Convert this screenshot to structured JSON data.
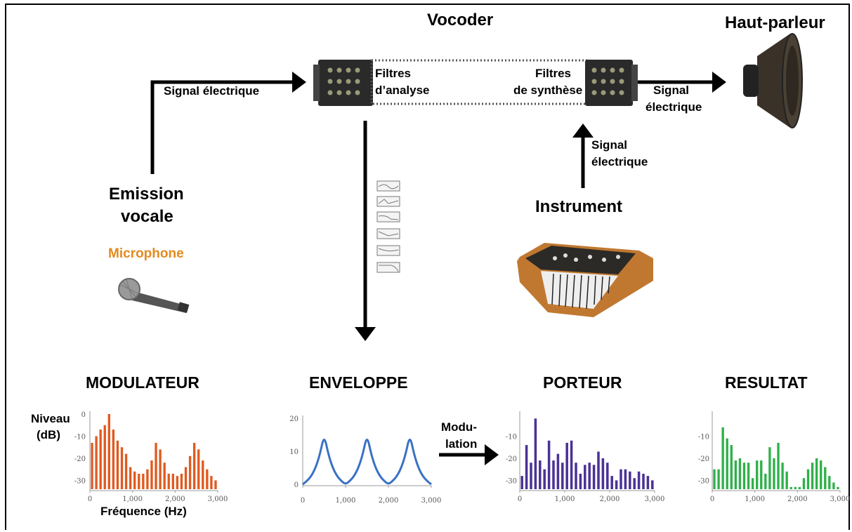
{
  "title": "Vocoder",
  "speaker_label": "Haut-parleur",
  "analysis_filters": [
    "Filtres",
    "d’analyse"
  ],
  "synthesis_filters": [
    "Filtres",
    "de synthèse"
  ],
  "signal_left": "Signal électrique",
  "signal_right": [
    "Signal",
    "électrique"
  ],
  "signal_instrument": [
    "Signal",
    "électrique"
  ],
  "voice_emission": [
    "Emission",
    "vocale"
  ],
  "microphone_label": "Microphone",
  "instrument_label": "Instrument",
  "modulation_label": [
    "Modu-",
    "lation"
  ],
  "colors": {
    "modulator": "#e05a1f",
    "envelope": "#3a72c4",
    "carrier": "#4b3296",
    "result": "#2fb04a",
    "microphone": "#e48a1e"
  },
  "chart_data": [
    {
      "type": "bar",
      "title": "MODULATEUR",
      "ylabel": "Niveau (dB)",
      "xlabel": "Fréquence (Hz)",
      "xlim": [
        0,
        3000
      ],
      "ylim": [
        -34,
        0
      ],
      "xticks": [
        "0",
        "1,000",
        "2,000",
        "3,000"
      ],
      "yticks": [
        "0",
        "-10",
        "-20",
        "-30"
      ],
      "x": [
        50,
        150,
        250,
        350,
        450,
        550,
        650,
        750,
        850,
        950,
        1050,
        1150,
        1250,
        1350,
        1450,
        1550,
        1650,
        1750,
        1850,
        1950,
        2050,
        2150,
        2250,
        2350,
        2450,
        2550,
        2650,
        2750,
        2850,
        2950
      ],
      "values": [
        -13,
        -10,
        -7,
        -5,
        0,
        -7,
        -12,
        -15,
        -18,
        -24,
        -26,
        -27,
        -27,
        -25,
        -21,
        -13,
        -16,
        -22,
        -27,
        -27,
        -28,
        -27,
        -24,
        -19,
        -13,
        -16,
        -21,
        -25,
        -28,
        -30
      ]
    },
    {
      "type": "line",
      "title": "ENVELOPPE",
      "xlim": [
        0,
        3000
      ],
      "ylim": [
        0,
        20
      ],
      "xticks": [
        "0",
        "1,000",
        "2,000",
        "3,000"
      ],
      "yticks": [
        "0",
        "10",
        "20"
      ],
      "x": [
        0,
        100,
        200,
        300,
        400,
        500,
        600,
        700,
        800,
        900,
        1000,
        1100,
        1200,
        1300,
        1400,
        1500,
        1600,
        1700,
        1800,
        1900,
        2000,
        2100,
        2200,
        2300,
        2400,
        2500,
        2600,
        2700,
        2800,
        2900,
        3000
      ],
      "values": [
        0,
        1,
        2.5,
        5,
        9,
        15,
        9,
        5,
        2.5,
        1,
        0,
        1,
        2.5,
        5,
        9,
        15,
        9,
        5,
        2.5,
        1,
        0,
        1,
        2.5,
        5,
        9,
        15,
        9,
        5,
        2.5,
        1,
        0
      ]
    },
    {
      "type": "bar",
      "title": "PORTEUR",
      "xlim": [
        0,
        3000
      ],
      "ylim": [
        -34,
        0
      ],
      "xticks": [
        "0",
        "1,000",
        "2,000",
        "3,000"
      ],
      "yticks": [
        "-10",
        "-20",
        "-30"
      ],
      "x": [
        50,
        150,
        250,
        350,
        450,
        550,
        650,
        750,
        850,
        950,
        1050,
        1150,
        1250,
        1350,
        1450,
        1550,
        1650,
        1750,
        1850,
        1950,
        2050,
        2150,
        2250,
        2350,
        2450,
        2550,
        2650,
        2750,
        2850,
        2950
      ],
      "values": [
        -28,
        -14,
        -22,
        -2,
        -21,
        -25,
        -12,
        -21,
        -18,
        -22,
        -13,
        -12,
        -22,
        -27,
        -23,
        -22,
        -23,
        -17,
        -20,
        -22,
        -28,
        -30,
        -25,
        -25,
        -26,
        -29,
        -26,
        -27,
        -28,
        -30
      ]
    },
    {
      "type": "bar",
      "title": "RESULTAT",
      "xlim": [
        0,
        3000
      ],
      "ylim": [
        -34,
        0
      ],
      "xticks": [
        "0",
        "1,000",
        "2,000",
        "3,000"
      ],
      "yticks": [
        "-10",
        "-20",
        "-30"
      ],
      "x": [
        50,
        150,
        250,
        350,
        450,
        550,
        650,
        750,
        850,
        950,
        1050,
        1150,
        1250,
        1350,
        1450,
        1550,
        1650,
        1750,
        1850,
        1950,
        2050,
        2150,
        2250,
        2350,
        2450,
        2550,
        2650,
        2750,
        2850,
        2950
      ],
      "values": [
        -25,
        -25,
        -6,
        -11,
        -14,
        -21,
        -20,
        -22,
        -22,
        -29,
        -21,
        -21,
        -27,
        -15,
        -20,
        -13,
        -22,
        -26,
        -33,
        -33,
        -33,
        -29,
        -25,
        -22,
        -20,
        -21,
        -24,
        -28,
        -31,
        -33
      ]
    }
  ]
}
